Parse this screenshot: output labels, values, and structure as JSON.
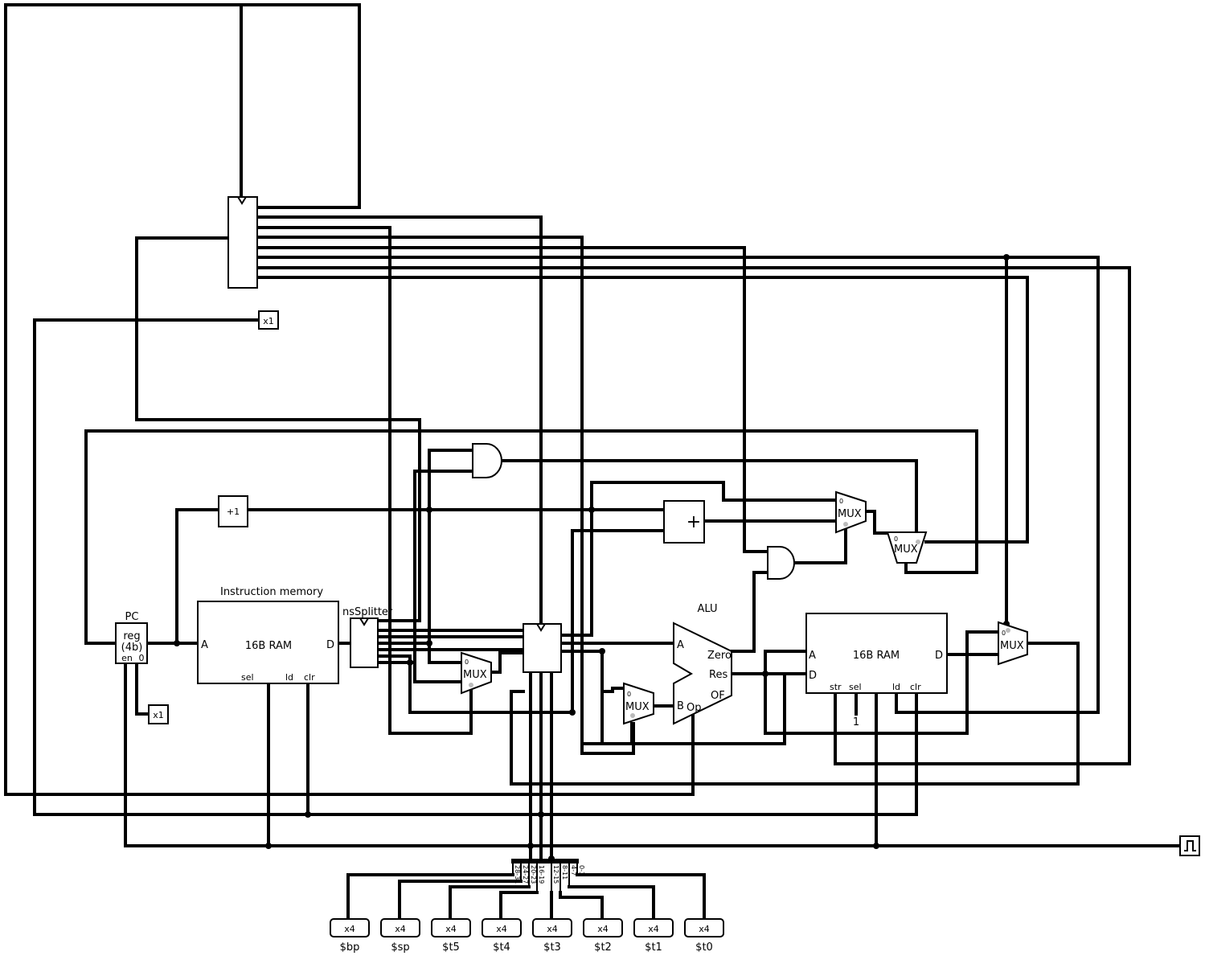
{
  "pc": {
    "title": "PC",
    "kind": "reg",
    "width": "(4b)",
    "en_pin": "en",
    "zero": "0"
  },
  "instruction_memory": {
    "title": "Instruction memory",
    "kind": "16B RAM",
    "pin_a": "A",
    "pin_d": "D",
    "pin_sel": "sel",
    "pin_ld": "ld",
    "pin_clr": "clr"
  },
  "splitter_label": "nsSplitter",
  "adder_const": "+1",
  "adder_symbol": "+",
  "alu": {
    "title": "ALU",
    "pin_a": "A",
    "pin_b": "B",
    "pin_zero": "Zero",
    "pin_res": "Res",
    "pin_of": "OF",
    "pin_op": "Op"
  },
  "data_memory": {
    "kind": "16B RAM",
    "pin_a": "A",
    "pin_d_in": "D",
    "pin_d_out": "D",
    "pin_str": "str",
    "pin_sel": "sel",
    "pin_ld": "ld",
    "pin_clr": "clr",
    "const_one": "1"
  },
  "mux": {
    "label": "MUX",
    "sel0": "0"
  },
  "probe_label": "x1",
  "probe_label_bottom": "x1",
  "register_probe": "x4",
  "registers": [
    "$bp",
    "$sp",
    "$t5",
    "$t4",
    "$t3",
    "$t2",
    "$t1",
    "$t0"
  ],
  "bit_ranges": [
    "28-31",
    "24-27",
    "20-23",
    "16-19",
    "12-15",
    "8-11",
    "4-7",
    "0-3"
  ]
}
